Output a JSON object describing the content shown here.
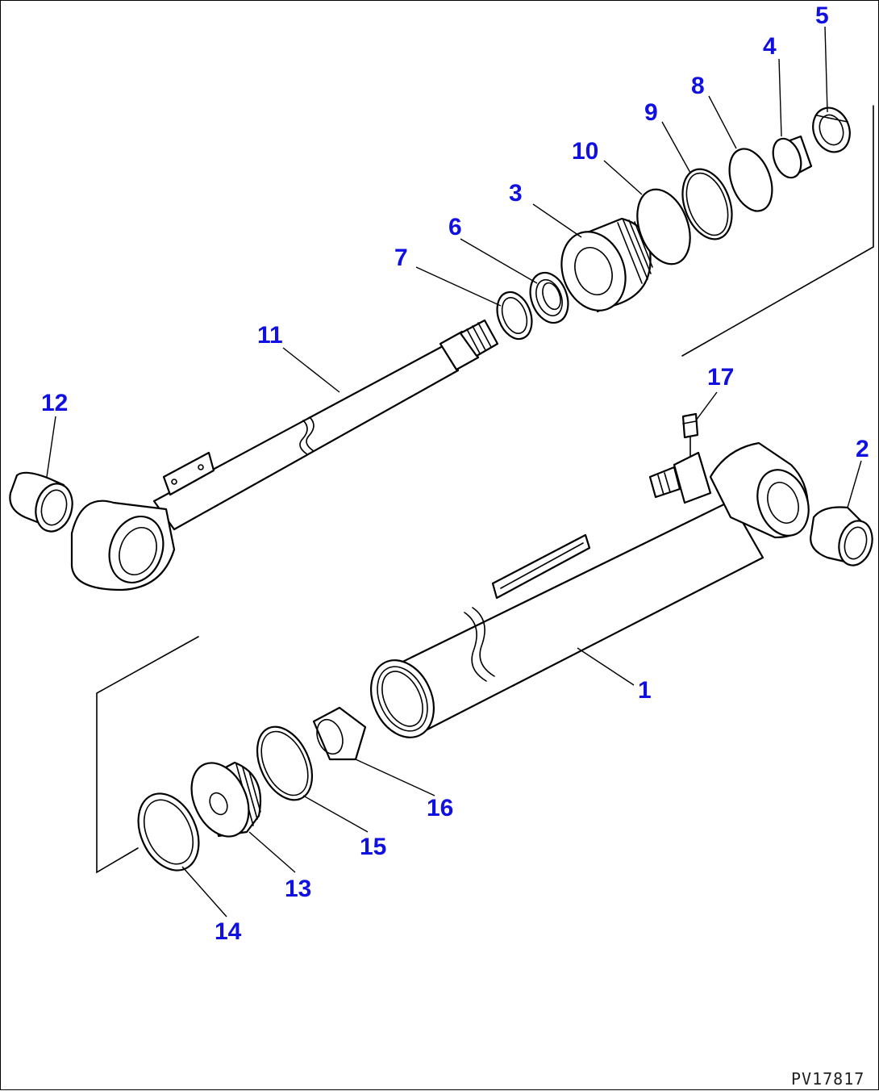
{
  "drawing_code": "PV17817",
  "callouts": [
    "1",
    "2",
    "3",
    "4",
    "5",
    "6",
    "7",
    "8",
    "9",
    "10",
    "11",
    "12",
    "13",
    "14",
    "15",
    "16",
    "17"
  ]
}
